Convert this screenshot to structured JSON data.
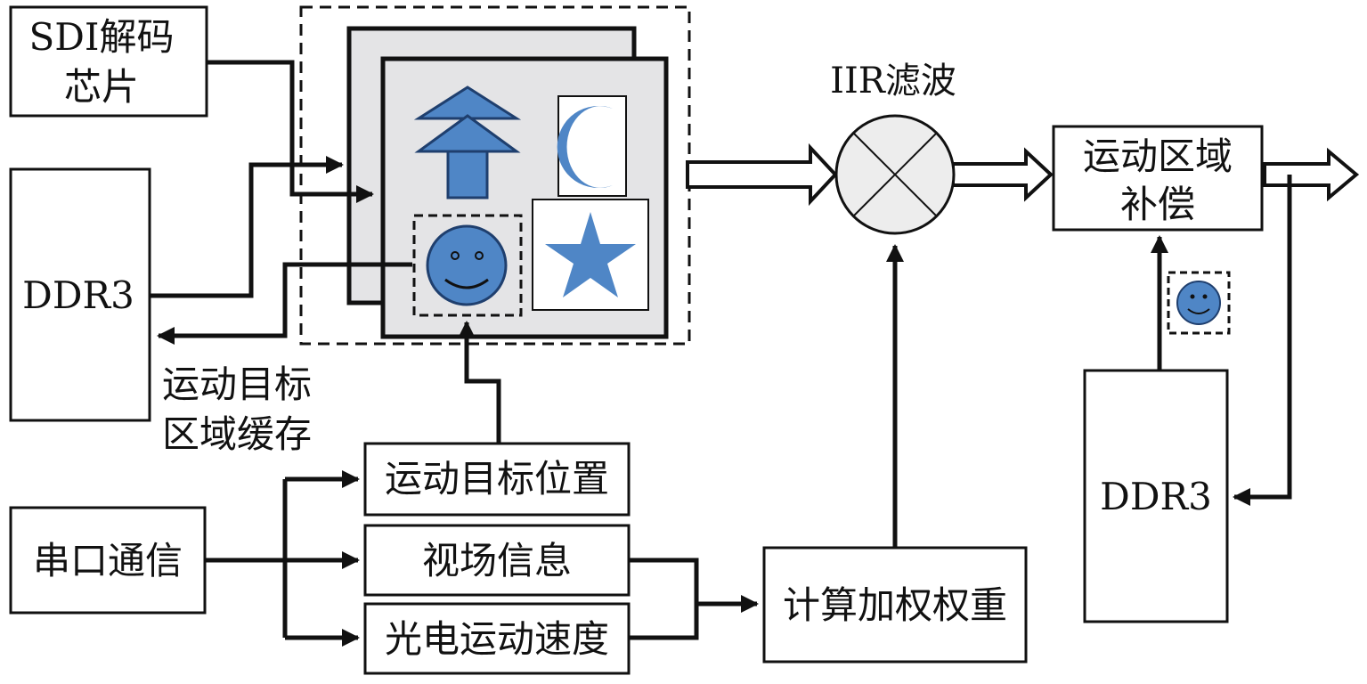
{
  "colors": {
    "line": "#111111",
    "panel": "#e4e4e6",
    "icon_blue": "#4f86c6",
    "icon_outline": "#1f3f6e",
    "mixer_fill": "#ededed"
  },
  "labels": {
    "sdi_line1": "SDI解码",
    "sdi_line2": "芯片",
    "ddr3_left": "DDR3",
    "buffer_line1": "运动目标",
    "buffer_line2": "区域缓存",
    "iir": "IIR滤波",
    "comp_line1": "运动区域",
    "comp_line2": "补偿",
    "ddr3_right": "DDR3",
    "target_pos": "运动目标位置",
    "serial": "串口通信",
    "fov": "视场信息",
    "eo_speed": "光电运动速度",
    "weights": "计算加权权重"
  },
  "icons": {
    "frame_stack": "frame-stack-icon",
    "tree": "tree-icon",
    "moon": "crescent-moon-icon",
    "smiley": "smiley-face-icon",
    "star": "star-icon",
    "mixer": "multiplier-icon",
    "hollow_arrow": "hollow-arrow-icon"
  }
}
